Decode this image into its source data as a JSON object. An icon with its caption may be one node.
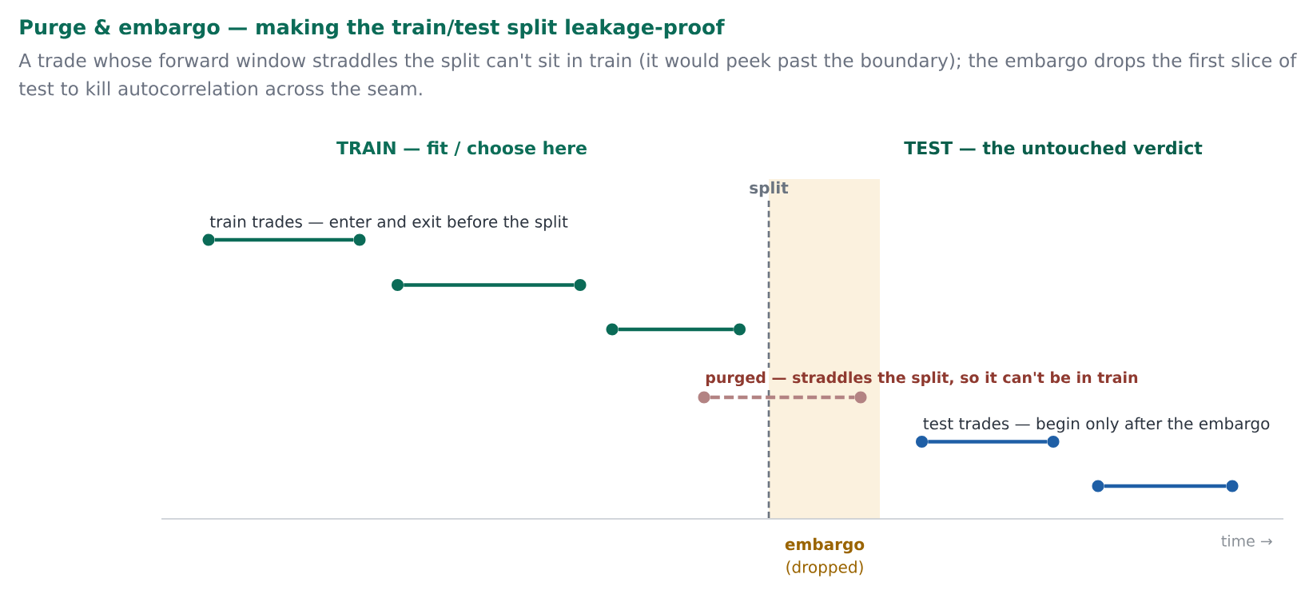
{
  "diagram": {
    "title": "Purge & embargo — making the train/test split leakage-proof",
    "caption": "A trade whose forward window straddles the split can't sit in train (it would peek past the boundary); the embargo drops the first slice of test to kill autocorrelation across the seam.",
    "nodes": [
      {
        "text": [],
        "shape": "circle"
      },
      {
        "text": [],
        "shape": "circle"
      },
      {
        "text": [],
        "shape": "circle"
      },
      {
        "text": [],
        "shape": "circle"
      },
      {
        "text": [],
        "shape": "circle"
      },
      {
        "text": [],
        "shape": "circle"
      },
      {
        "text": [],
        "shape": "circle"
      },
      {
        "text": [],
        "shape": "circle"
      },
      {
        "text": [],
        "shape": "circle"
      },
      {
        "text": [],
        "shape": "circle"
      },
      {
        "text": [],
        "shape": "circle"
      },
      {
        "text": [],
        "shape": "circle"
      }
    ],
    "edges": [
      {
        "from": 0,
        "to": 1,
        "arrow": "none"
      },
      {
        "from": 2,
        "to": 3,
        "arrow": "none"
      },
      {
        "from": 4,
        "to": 5,
        "arrow": "none"
      },
      {
        "from": 6,
        "to": 7,
        "arrow": "none",
        "style": "dashed",
        "color": "#b38383"
      },
      {
        "from": 8,
        "to": 9,
        "arrow": "none",
        "color": "#1f5fa6"
      },
      {
        "from": 10,
        "to": 11,
        "arrow": "none",
        "color": "#1f5fa6"
      }
    ],
    "labels": [
      "TRAIN — fit / choose here",
      "TEST — the untouched verdict",
      "split",
      "train trades — enter and exit before the split",
      "purged — straddles the split, so it can't be in train",
      "test trades — begin only after the embargo",
      "embargo",
      "(dropped)",
      "time →"
    ]
  }
}
